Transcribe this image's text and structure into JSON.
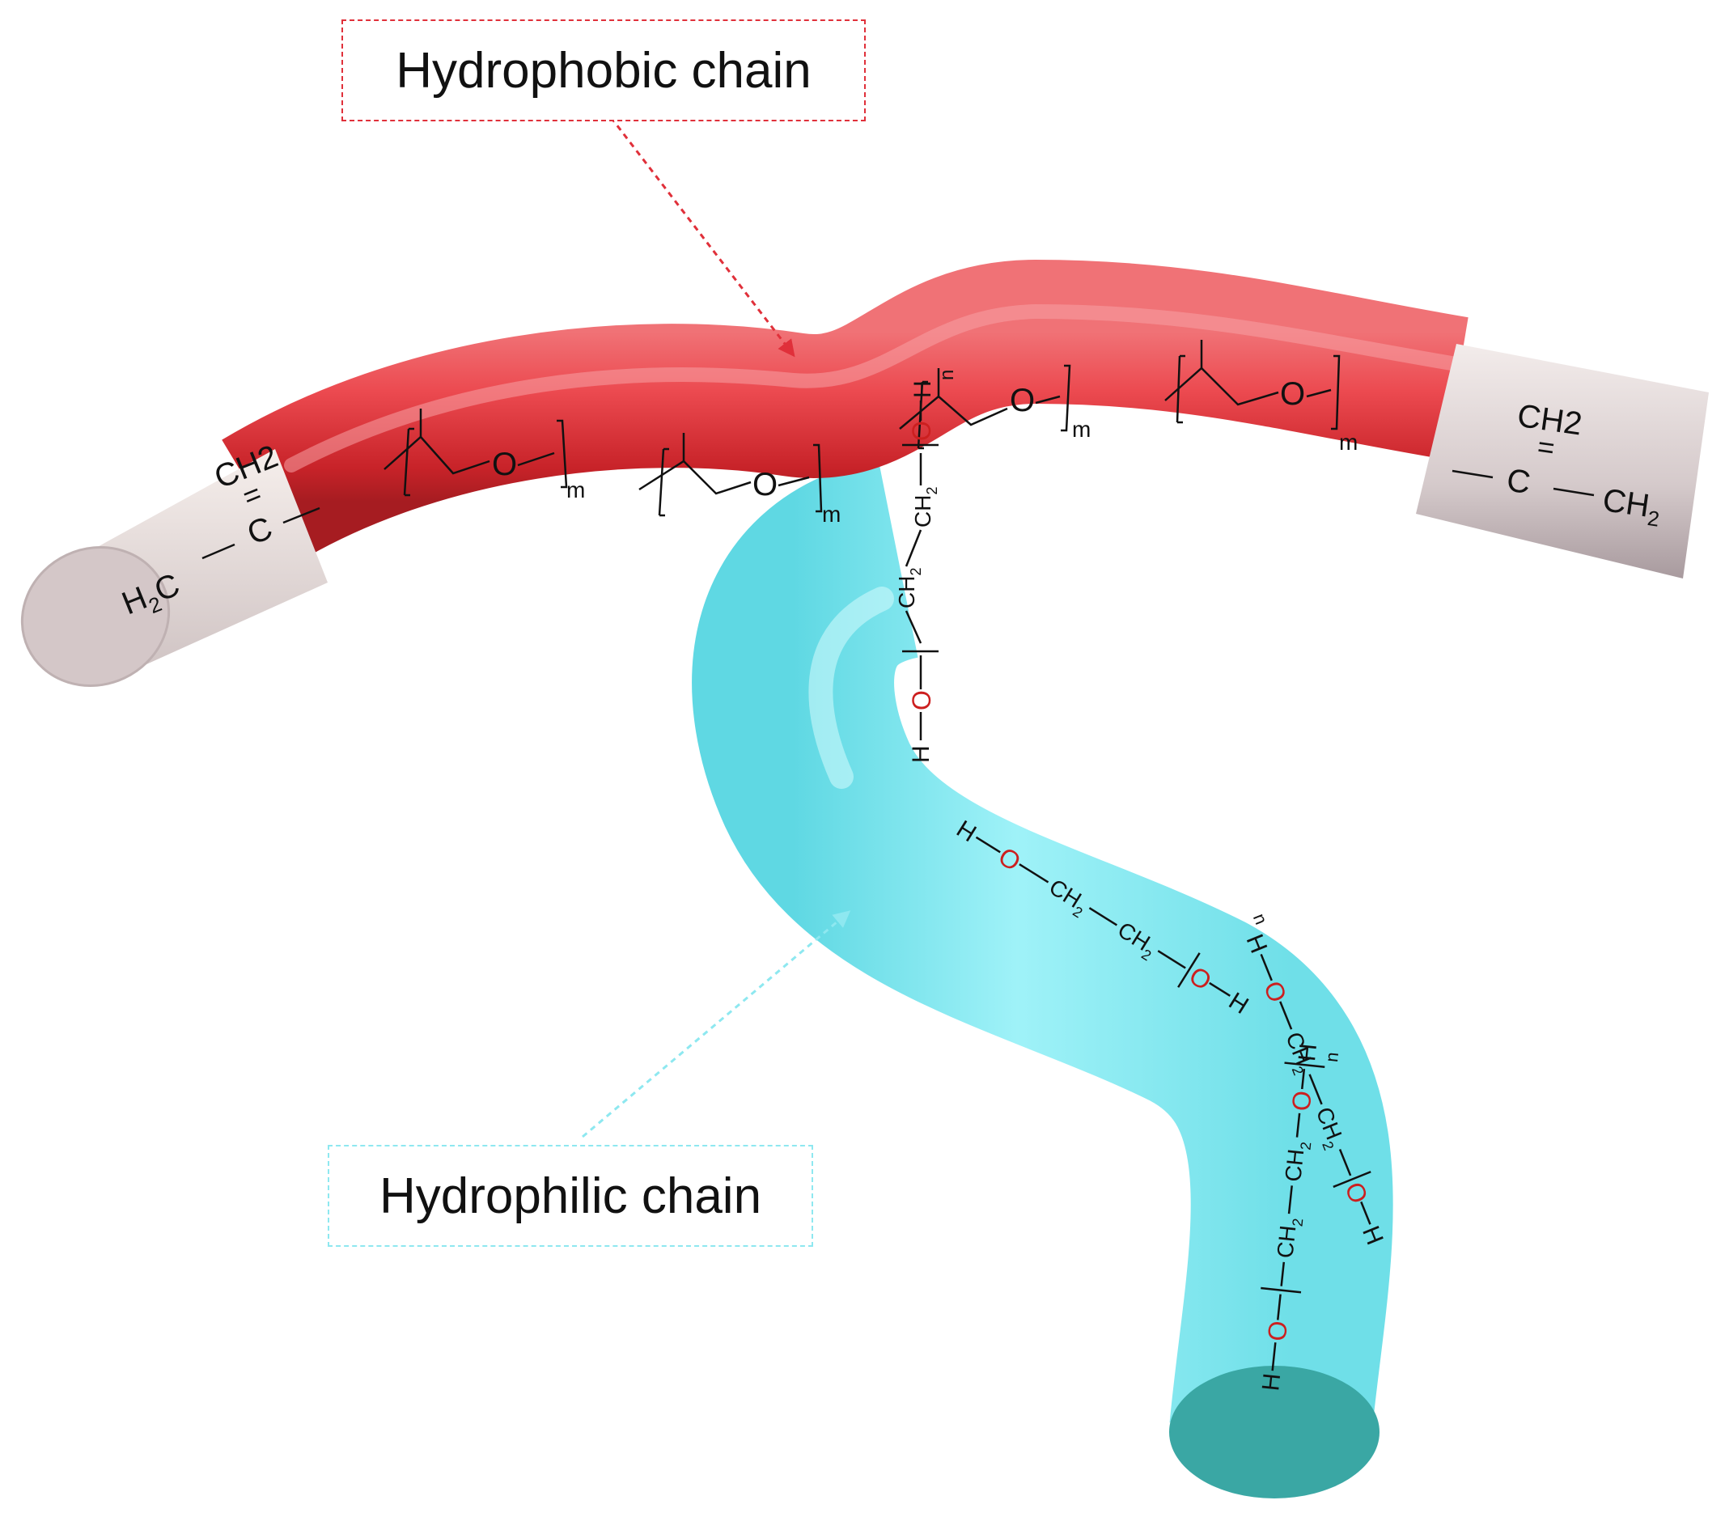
{
  "callouts": {
    "hydrophobic": {
      "label": "Hydrophobic chain",
      "color": "#e0303a"
    },
    "hydrophilic": {
      "label": "Hydrophilic chain",
      "color": "#8ee8f0"
    }
  },
  "hydrophobic_backbone": {
    "color": "#e8363d",
    "repeat_unit": {
      "oxygen": "O",
      "subscript": "m",
      "count": 4
    }
  },
  "end_groups": {
    "left": {
      "top": "CH2",
      "double_bond": "=",
      "center": "C",
      "left": "H",
      "left_sub": "2",
      "left_suffix": "C"
    },
    "right": {
      "top": "CH2",
      "double_bond": "=",
      "center": "C",
      "right": "CH",
      "right_sub": "2"
    },
    "cap_color": "#e8dedd"
  },
  "hydrophilic_branch": {
    "color": "#84ecf4",
    "end_cap_color": "#3aa7a4",
    "repeat_unit": {
      "hydrogen": "H",
      "oxygen": "O",
      "ch2": "CH",
      "ch2_sub": "2",
      "subscript": "n",
      "count": 4
    }
  }
}
